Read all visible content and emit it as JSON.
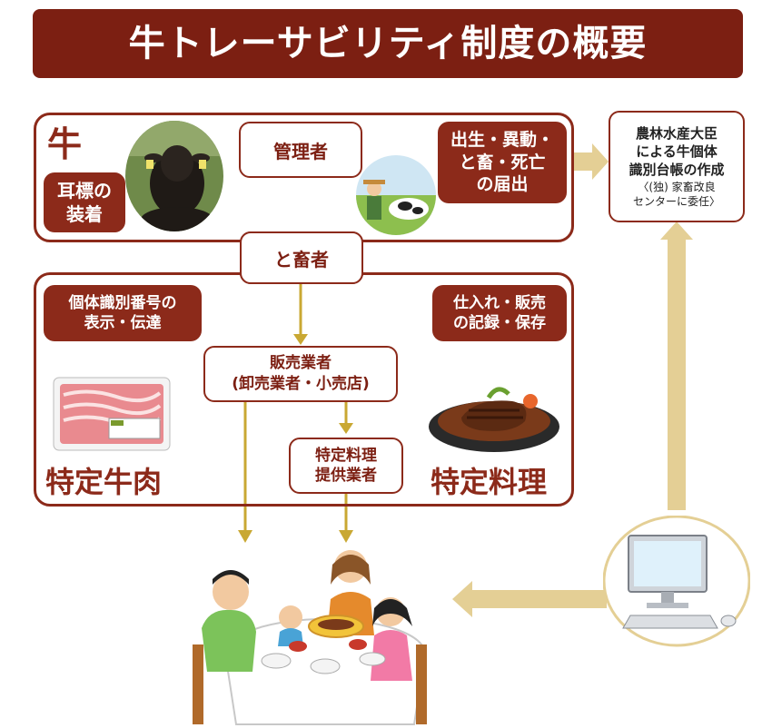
{
  "title": "牛トレーサビリティ制度の概要",
  "cattle_label": "牛",
  "ear_tag": "耳標の\n装着",
  "manager": "管理者",
  "report": "出生・異動・\nと畜・死亡\nの届出",
  "ministry": "農林水産大臣\nによる牛個体\n識別台帳の作成",
  "ministry_note": "〈(独) 家畜改良\nセンターに委任〉",
  "slaughter": "と畜者",
  "id_display": "個体識別番号の\n表示・伝達",
  "purchase_record": "仕入れ・販売\nの記録・保存",
  "seller": "販売業者\n(卸売業者・小売店)",
  "specified_provider": "特定料理\n提供業者",
  "specified_beef": "特定牛肉",
  "specified_dish": "特定料理",
  "colors": {
    "primary": "#8c2a1a",
    "arrow": "#e4cf95"
  }
}
